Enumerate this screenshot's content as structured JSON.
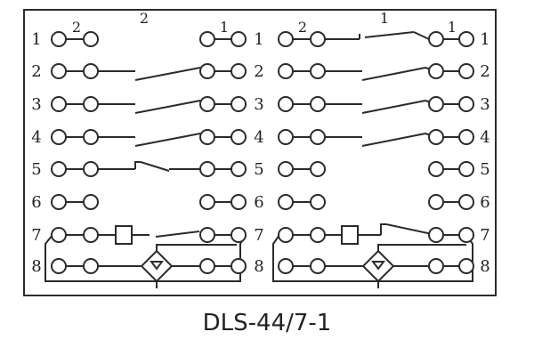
{
  "model": "DLS-44/7-1",
  "row_labels": [
    "1",
    "2",
    "3",
    "4",
    "5",
    "6",
    "7",
    "8"
  ],
  "group_labels": {
    "left_group": "2",
    "right_group": "1",
    "left_block_left_pair": "2",
    "left_block_right_pair": "1",
    "right_block_left_pair": "2",
    "right_block_right_pair": "1"
  }
}
